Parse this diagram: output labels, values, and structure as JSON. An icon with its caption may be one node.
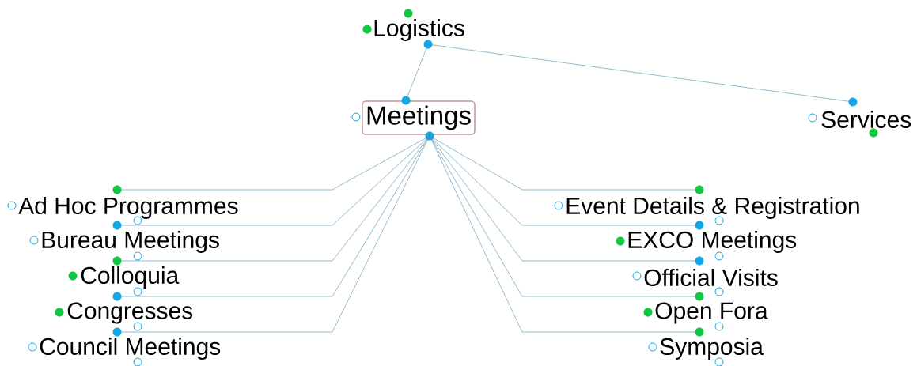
{
  "diagram": {
    "nodes": [
      {
        "text": [
          "Logistics"
        ]
      },
      {
        "text": [
          "Meetings"
        ]
      },
      {
        "text": [
          "Services"
        ]
      },
      {
        "text": [
          "Ad Hoc Programmes"
        ]
      },
      {
        "text": [
          "Bureau Meetings"
        ]
      },
      {
        "text": [
          "Colloquia"
        ]
      },
      {
        "text": [
          "Congresses"
        ]
      },
      {
        "text": [
          "Council Meetings"
        ]
      },
      {
        "text": [
          "Event Details & Registration"
        ]
      },
      {
        "text": [
          "EXCO Meetings"
        ]
      },
      {
        "text": [
          "Official Visits"
        ]
      },
      {
        "text": [
          "Open Fora"
        ]
      },
      {
        "text": [
          "Symposia"
        ]
      }
    ],
    "edges": [
      {
        "from": 0,
        "to": 1,
        "arrow": "none"
      },
      {
        "from": 0,
        "to": 2,
        "arrow": "none"
      },
      {
        "from": 1,
        "to": 3,
        "arrow": "none"
      },
      {
        "from": 1,
        "to": 4,
        "arrow": "none"
      },
      {
        "from": 1,
        "to": 5,
        "arrow": "none"
      },
      {
        "from": 1,
        "to": 6,
        "arrow": "none"
      },
      {
        "from": 1,
        "to": 7,
        "arrow": "none"
      },
      {
        "from": 1,
        "to": 8,
        "arrow": "none"
      },
      {
        "from": 1,
        "to": 9,
        "arrow": "none"
      },
      {
        "from": 1,
        "to": 10,
        "arrow": "none"
      },
      {
        "from": 1,
        "to": 11,
        "arrow": "none"
      },
      {
        "from": 1,
        "to": 12,
        "arrow": "none"
      }
    ]
  }
}
